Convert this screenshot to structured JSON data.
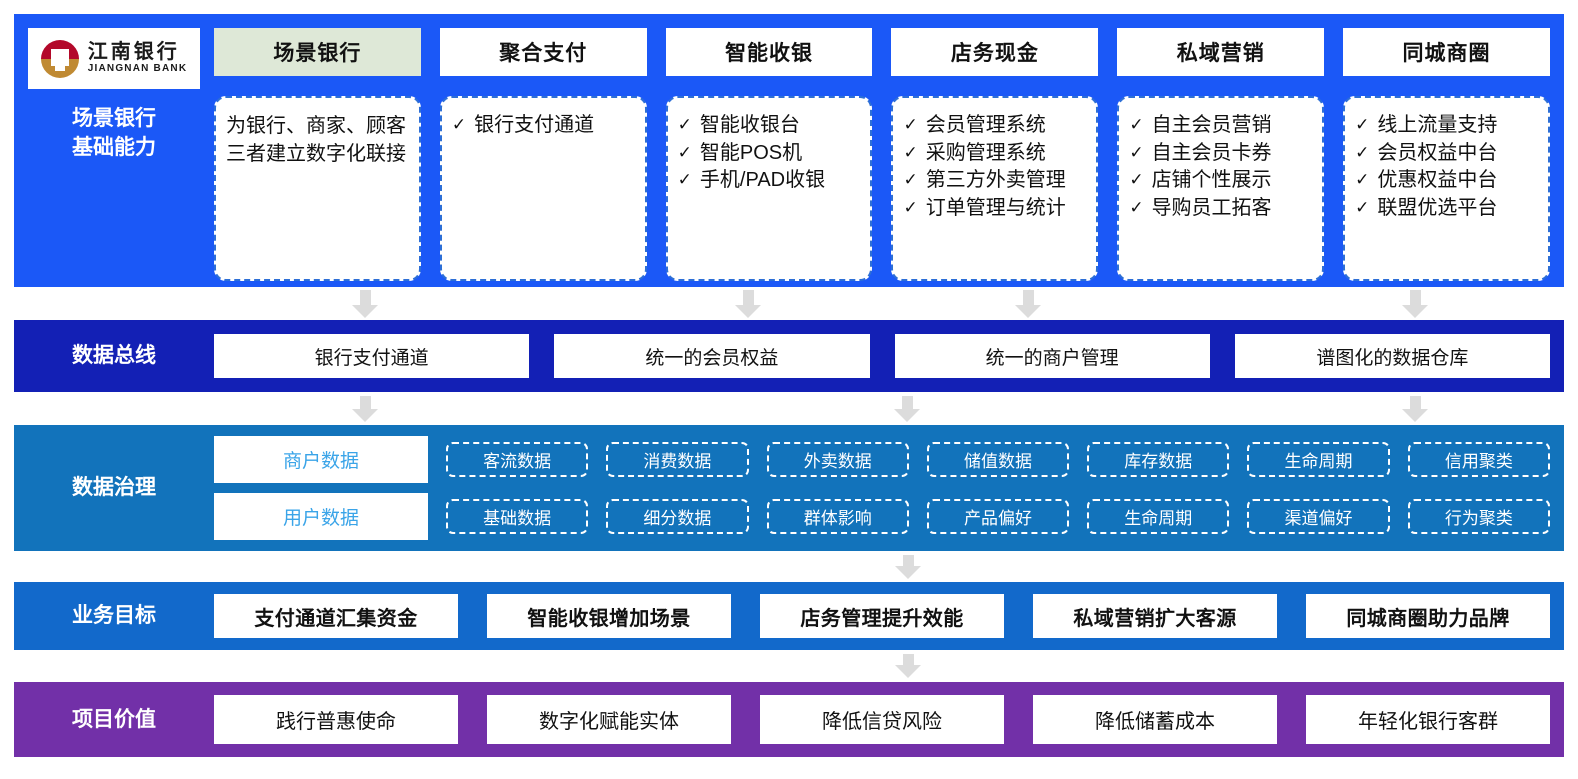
{
  "brand": {
    "logo_cn": "江南银行",
    "logo_en": "JIANGNAN BANK",
    "logo_icon": "jiangnan-bank-circular-emblem",
    "colors": {
      "logo_red": "#b3082a",
      "logo_gold": "#c08a33"
    }
  },
  "colors": {
    "scene_band": "#1b58f7",
    "bus_band": "#1320b5",
    "gov_band": "#1273bb",
    "goal_band": "#1269cb",
    "value_band": "#7230a8",
    "active_tab": "#dee8d7",
    "arrow": "#dcdcdc",
    "gov_main_text": "#3aa4e8"
  },
  "scene": {
    "label": "场景银行\n基础能力",
    "label_line1": "场景银行",
    "label_line2": "基础能力",
    "tabs": [
      {
        "label": "场景银行",
        "active": true
      },
      {
        "label": "聚合支付",
        "active": false
      },
      {
        "label": "智能收银",
        "active": false
      },
      {
        "label": "店务现金",
        "active": false
      },
      {
        "label": "私域营销",
        "active": false
      },
      {
        "label": "同城商圈",
        "active": false
      }
    ],
    "capabilities": [
      {
        "type": "plain",
        "text": "为银行、商家、顾客三者建立数字化联接"
      },
      {
        "type": "list",
        "items": [
          "银行支付通道"
        ]
      },
      {
        "type": "list",
        "items": [
          "智能收银台",
          "智能POS机",
          "手机/PAD收银"
        ]
      },
      {
        "type": "list",
        "items": [
          "会员管理系统",
          "采购管理系统",
          "第三方外卖管理",
          "订单管理与统计"
        ]
      },
      {
        "type": "list",
        "items": [
          "自主会员营销",
          "自主会员卡券",
          "店铺个性展示",
          "导购员工拓客"
        ]
      },
      {
        "type": "list",
        "items": [
          "线上流量支持",
          "会员权益中台",
          "优惠权益中台",
          "联盟优选平台"
        ]
      }
    ],
    "tick_glyph": "✓"
  },
  "bus": {
    "label": "数据总线",
    "items": [
      "银行支付通道",
      "统一的会员权益",
      "统一的商户管理",
      "谱图化的数据仓库"
    ]
  },
  "governance": {
    "label": "数据治理",
    "rows": [
      {
        "main": "商户数据",
        "tags": [
          "客流数据",
          "消费数据",
          "外卖数据",
          "储值数据",
          "库存数据",
          "生命周期",
          "信用聚类"
        ]
      },
      {
        "main": "用户数据",
        "tags": [
          "基础数据",
          "细分数据",
          "群体影响",
          "产品偏好",
          "生命周期",
          "渠道偏好",
          "行为聚类"
        ]
      }
    ]
  },
  "goals": {
    "label": "业务目标",
    "items": [
      "支付通道汇集资金",
      "智能收银增加场景",
      "店务管理提升效能",
      "私域营销扩大客源",
      "同城商圈助力品牌"
    ]
  },
  "value": {
    "label": "项目价值",
    "items": [
      "践行普惠使命",
      "数字化赋能实体",
      "降低信贷风险",
      "降低储蓄成本",
      "年轻化银行客群"
    ]
  },
  "arrows": {
    "icon": "down-arrow-icon",
    "scene_to_bus": [
      365,
      748,
      1028,
      1415
    ],
    "bus_to_gov": [
      365,
      907,
      1415
    ],
    "gov_to_goal": [
      908
    ],
    "goal_to_value": [
      908
    ]
  }
}
